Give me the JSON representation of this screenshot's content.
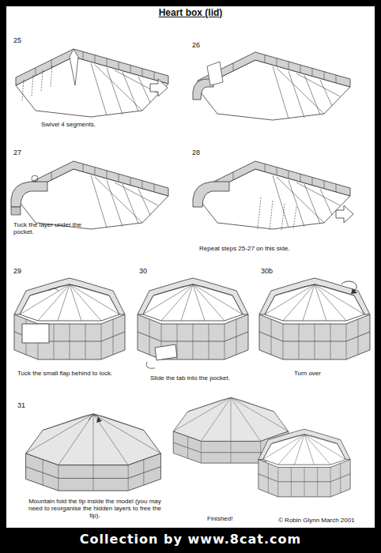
{
  "diagram": {
    "title": "Heart box (lid)",
    "labels": [
      "25",
      "Swivel 4 segments.",
      "26",
      "27",
      "Tuck the layer under the pocket.",
      "28",
      "Repeat steps 25-27 on this side.",
      "29",
      "Tuck the small flap behind to lock.",
      "30",
      "Slide the tab into the pocket.",
      "30b",
      "Turn over",
      "31",
      "Mountain fold the tip inside the model (you may need to reorganise the hidden layers to free the tip).",
      "Finished!",
      "© Robin Glynn March 2001",
      "Collection by www.8cat.com"
    ]
  }
}
